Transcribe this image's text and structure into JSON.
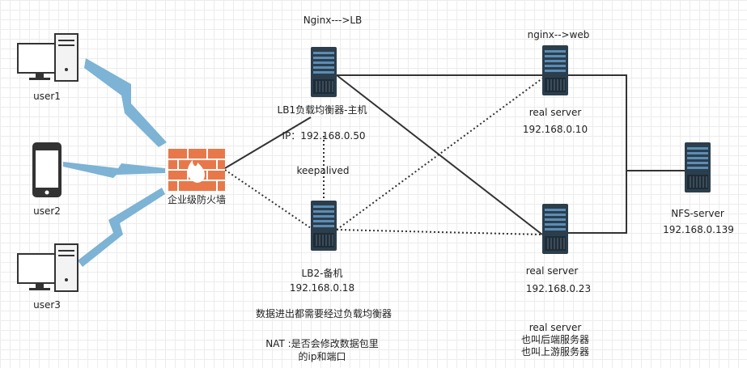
{
  "diagram": {
    "users": [
      "user1",
      "user2",
      "user3"
    ],
    "firewall": "企业级防火墙",
    "top_note": "Nginx--->LB",
    "lb1": {
      "name": "LB1负载均衡器-主机",
      "ip": "IP：192.168.0.50"
    },
    "keepalived": "keepalived",
    "lb2": {
      "name": "LB2-备机",
      "ip": "192.168.0.18"
    },
    "web_note": "nginx-->web",
    "rs1": {
      "name": "real server",
      "ip": "192.168.0.10"
    },
    "rs2": {
      "name": "real server",
      "ip": "192.168.0.23"
    },
    "nfs": {
      "name": "NFS-server",
      "ip": "192.168.0.139"
    },
    "note_lb": "数据进出都需要经过负载均衡器",
    "note_nat_1": "NAT :是否会修改数据包里",
    "note_nat_2": "的ip和端口",
    "note_rs_1": "real server",
    "note_rs_2": "也叫后端服务器",
    "note_rs_3": "也叫上游服务器"
  },
  "colors": {
    "line": "#333333",
    "lightning": "#7db3d4",
    "firewall": "#e8784a",
    "server": "#2c3e4c",
    "server_slot": "#5b8db5"
  }
}
